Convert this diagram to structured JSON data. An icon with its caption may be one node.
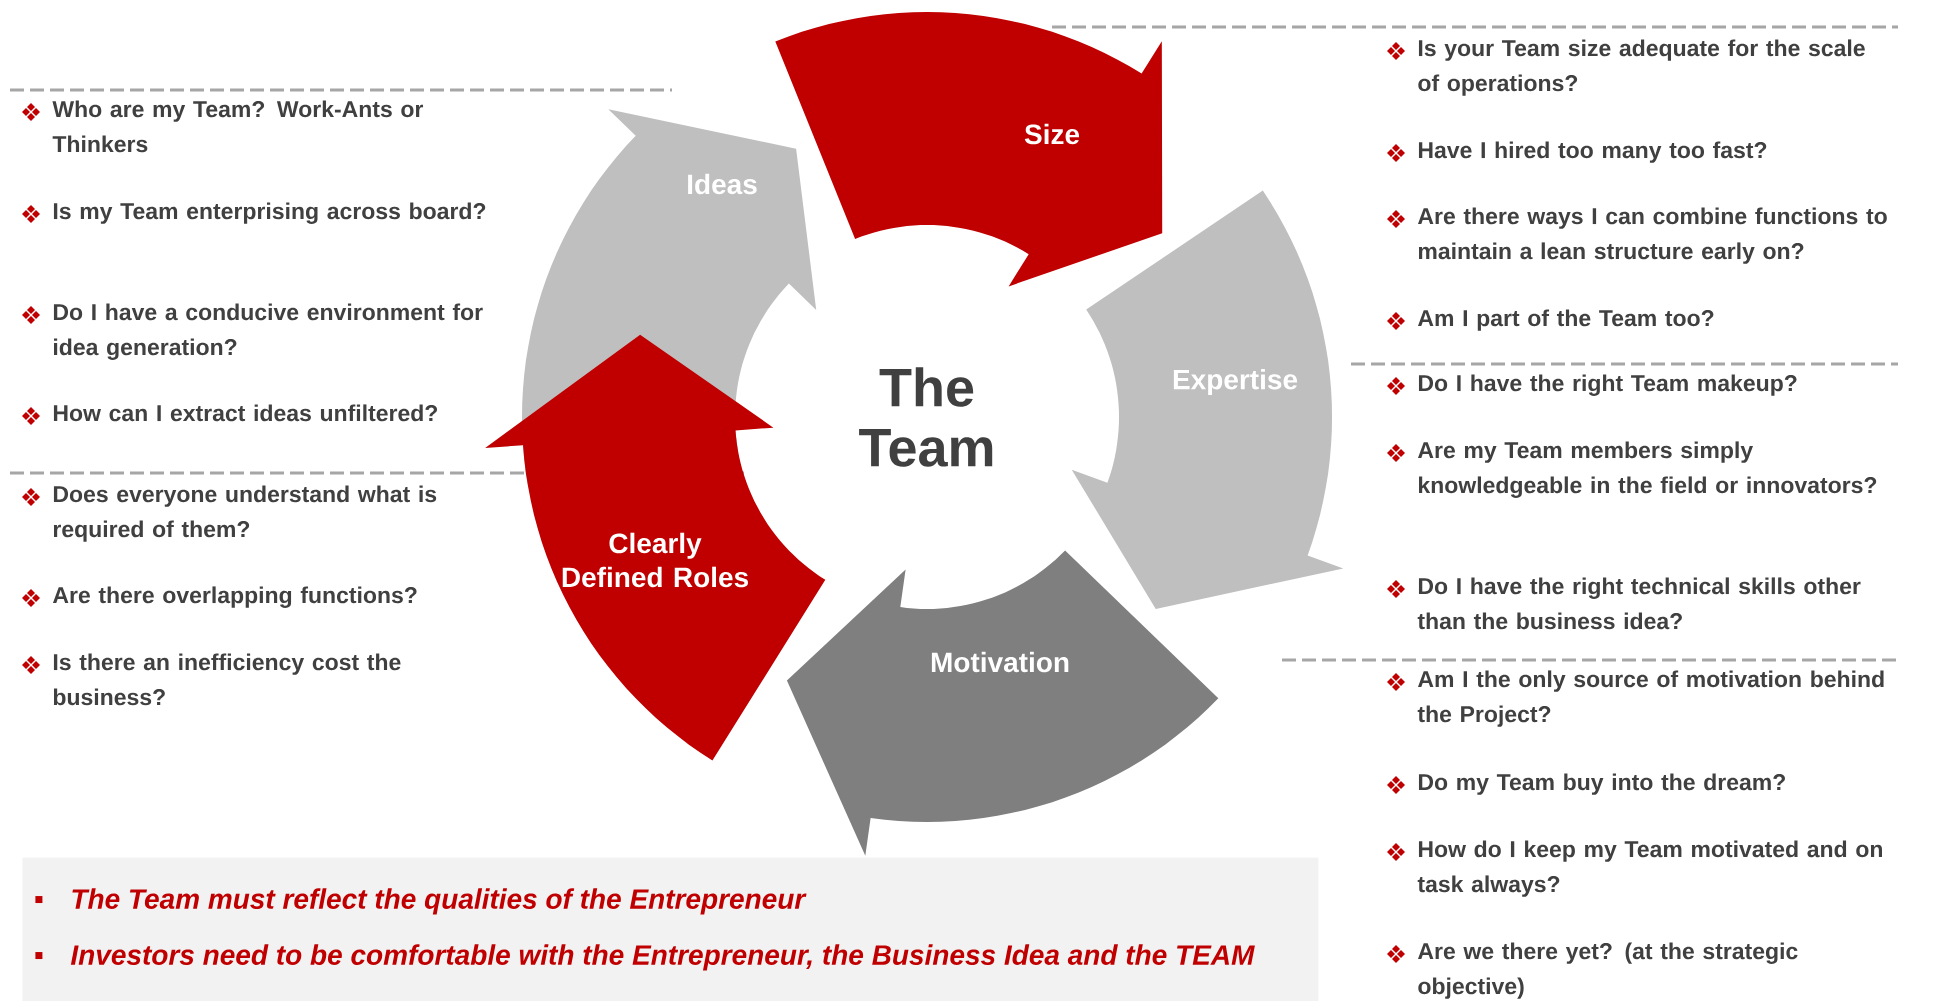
{
  "diagram": {
    "nodes": [
      {
        "text": [
          "The Team"
        ]
      },
      {
        "text": [
          "Ideas"
        ]
      },
      {
        "text": [
          "Size"
        ]
      },
      {
        "text": [
          "Expertise"
        ]
      },
      {
        "text": [
          "Motivation"
        ]
      },
      {
        "text": [
          "Clearly Defined Roles"
        ]
      },
      {
        "text": [
          "The Team must reflect the qualities of the Entrepreneur",
          "Investors need to be comfortable with the Entrepreneur, the Business Idea and the TEAM"
        ]
      }
    ],
    "labels": [
      "Who are my Team? Work-Ants or Thinkers",
      "Is my Team enterprising across board?",
      "Do I have a conducive environment for idea generation?",
      "How can I extract ideas unfiltered?",
      "Does everyone understand what is required of them?",
      "Are there overlapping functions?",
      "Is there an inefficiency cost the business?",
      "Is your Team size adequate for the scale of operations?",
      "Have I hired too many too fast?",
      "Are there ways I can combine functions to maintain a lean structure early on?",
      "Am I part of the Team too?",
      "Do I have the right Team makeup?",
      "Are my Team members simply knowledgeable in the field or innovators?",
      "Do I have the right technical skills other than the business idea?",
      "Am I the only source of motivation behind the Project?",
      "Do my Team buy into the dream?",
      "How do I keep my Team motivated and on task always?",
      "Are we there yet? (at the strategic objective)"
    ]
  }
}
